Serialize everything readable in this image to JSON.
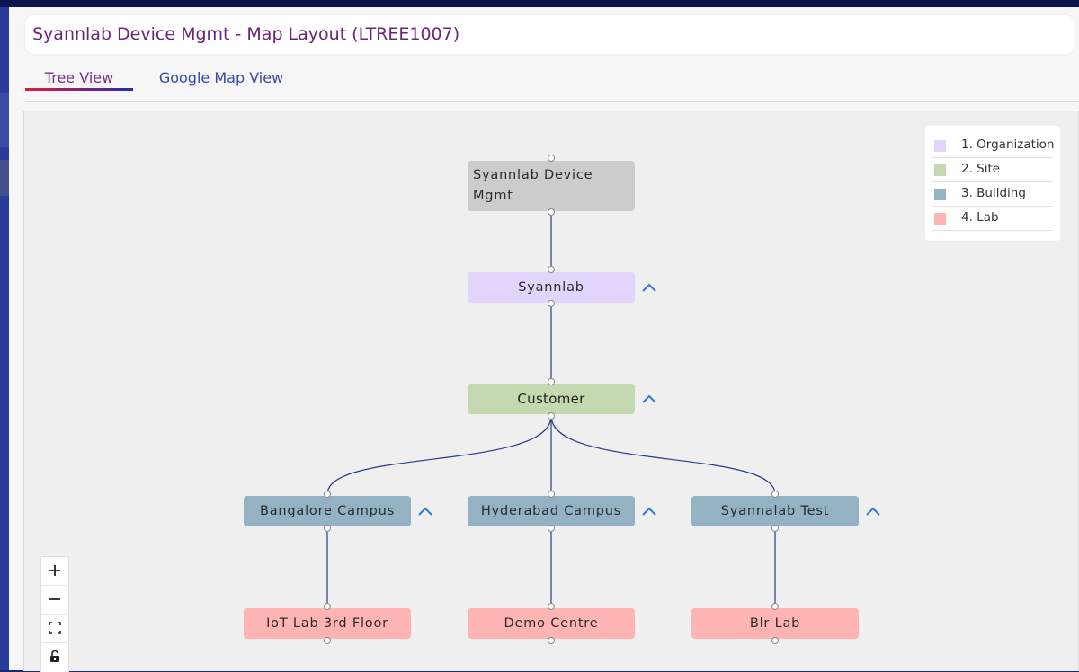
{
  "app": {
    "title": "Syannlab Device Mgmt - Map Layout (LTREE1007)"
  },
  "tabs": [
    {
      "label": "Tree View",
      "active": true
    },
    {
      "label": "Google Map View",
      "active": false
    }
  ],
  "tree": {
    "root": {
      "label": "Syannlab Device Mgmt"
    },
    "organization": {
      "label": "Syannlab"
    },
    "site": {
      "label": "Customer"
    },
    "buildings": [
      {
        "label": "Bangalore Campus"
      },
      {
        "label": "Hyderabad Campus"
      },
      {
        "label": "Syannalab Test"
      }
    ],
    "labs": [
      {
        "label": "IoT Lab 3rd Floor"
      },
      {
        "label": "Demo Centre"
      },
      {
        "label": "Blr Lab"
      }
    ]
  },
  "legend": [
    {
      "label": "1. Organization",
      "color": "#e3d4fb"
    },
    {
      "label": "2. Site",
      "color": "#c5d9b1"
    },
    {
      "label": "3. Building",
      "color": "#93b2c4"
    },
    {
      "label": "4. Lab",
      "color": "#ffb4b4"
    }
  ],
  "colors": {
    "root": "#cccccc",
    "organization": "#e3d4fb",
    "site": "#c5d9b1",
    "building": "#93b2c4",
    "lab": "#ffb4b4",
    "edge": "#2a3a8c",
    "chevron": "#2b7bd6"
  },
  "controls": [
    {
      "icon": "zoom-in-icon"
    },
    {
      "icon": "zoom-out-icon"
    },
    {
      "icon": "fit-view-icon"
    },
    {
      "icon": "lock-icon"
    }
  ]
}
